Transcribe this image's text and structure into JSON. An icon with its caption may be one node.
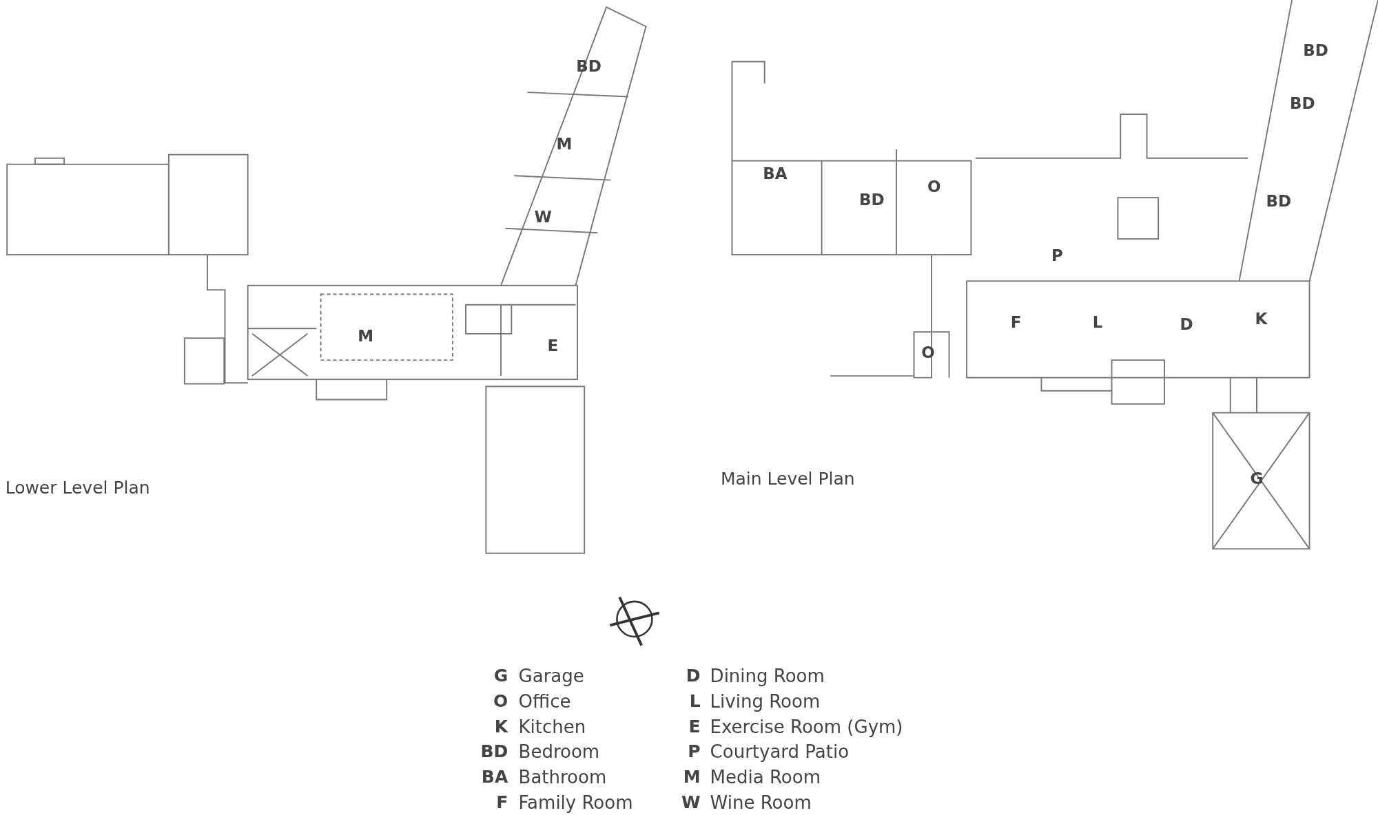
{
  "diagram": {
    "labels": [
      "BD",
      "M",
      "W",
      "M",
      "E",
      "BD",
      "BA",
      "BD",
      "O",
      "BD",
      "BD",
      "P",
      "F",
      "L",
      "D",
      "K",
      "O",
      "G",
      "Lower Level Plan",
      "Main Level Plan",
      "G",
      "Garage",
      "D",
      "Dining Room",
      "O",
      "Office",
      "L",
      "Living Room",
      "K",
      "Kitchen",
      "E",
      "Exercise Room (Gym)",
      "BD",
      "Bedroom",
      "P",
      "Courtyard Patio",
      "BA",
      "Bathroom",
      "M",
      "Media Room",
      "F",
      "Family Room",
      "W",
      "Wine Room"
    ]
  }
}
